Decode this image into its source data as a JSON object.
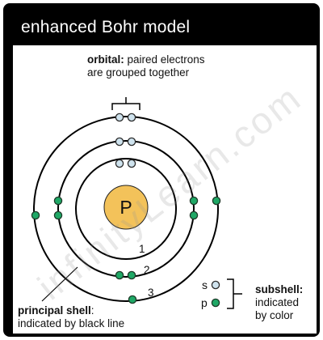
{
  "header": {
    "title": "enhanced Bohr model"
  },
  "nucleus": {
    "symbol": "P",
    "color": "#f3c25a"
  },
  "shells": [
    {
      "number": "1"
    },
    {
      "number": "2"
    },
    {
      "number": "3"
    }
  ],
  "colors": {
    "s_electron": "#cfe3ee",
    "p_electron": "#1fa866",
    "shell_line": "#000000"
  },
  "orbital_callout": {
    "bold": "orbital:",
    "line1_rest": " paired electrons",
    "line2": "are grouped together"
  },
  "principal_callout": {
    "bold": "principal shell",
    "line1_rest": ":",
    "line2": "indicated by black line"
  },
  "subshell_legend": {
    "s_label": "s",
    "p_label": "p"
  },
  "subshell_callout": {
    "bold": "subshell:",
    "line2": "indicated",
    "line3": "by color"
  },
  "watermark": {
    "text": "infinityLearn.com"
  }
}
